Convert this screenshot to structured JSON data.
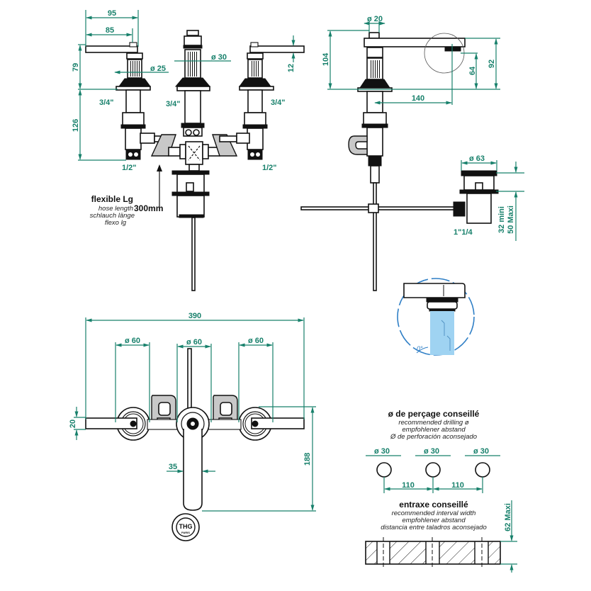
{
  "colors": {
    "dimension": "#17806b",
    "outline": "#111111",
    "hose_fill": "#c8c8c8",
    "water": "#9fd3f2",
    "detail_circle": "#2f7fc6"
  },
  "front_view": {
    "dims": {
      "lever_reach": "95",
      "lever_length": "85",
      "body_height": "79",
      "shank_length": "126",
      "handle_diam": "ø 25",
      "spout_diam": "ø 30",
      "lever_thickness": "12"
    },
    "threads": {
      "left_inlet": "3/4\"",
      "center_inlet": "3/4\"",
      "right_inlet": "3/4\"",
      "left_outlet": "1/2\"",
      "right_outlet": "1/2\""
    },
    "hose_note": {
      "title": "flexible Lg",
      "en": "hose length",
      "de": "schlauch länge",
      "es": "flexo lg",
      "value": "300mm"
    }
  },
  "side_view": {
    "dims": {
      "knob_diam": "ø 20",
      "total_height": "104",
      "spout_height": "92",
      "outlet_height": "64",
      "projection": "140"
    }
  },
  "waste_detail": {
    "flange_diam": "ø 63",
    "thickness_min": "32 mini",
    "thickness_max": "50 Maxi",
    "thread": "1\"1/4"
  },
  "aerator_detail": {
    "angle": "0°"
  },
  "top_view": {
    "dims": {
      "total_width": "390",
      "left_rosette": "ø 60",
      "center_rosette": "ø 60",
      "right_rosette": "ø 60",
      "lever_width": "20",
      "spout_width": "35",
      "spout_reach": "188"
    },
    "logo": {
      "brand": "THG",
      "sub": "PARIS"
    }
  },
  "drilling": {
    "title": "ø de perçage conseillé",
    "en": "recommended drilling ø",
    "de": "empfohlener abstand",
    "es": "Ø de perforación aconsejado",
    "holes": [
      "ø 30",
      "ø 30",
      "ø 30"
    ],
    "spacing": [
      "110",
      "110"
    ]
  },
  "interval": {
    "title": "entraxe conseillé",
    "en": "recommended interval width",
    "de": "empfohlener abstand",
    "es": "distancia entre taladros aconsejado",
    "max_thickness": "62 Maxi"
  }
}
